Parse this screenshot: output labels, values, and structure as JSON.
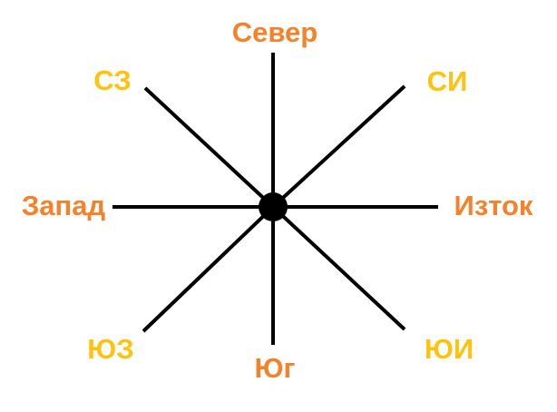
{
  "diagram": {
    "colors": {
      "cardinal": "#F5822A",
      "intercardinal": "#FFC20E",
      "lines": "#000000",
      "center": "#000000"
    },
    "cardinal": {
      "north": "Север",
      "south": "Юг",
      "west": "Запад",
      "east": "Изток"
    },
    "intercardinal": {
      "northwest": "СЗ",
      "northeast": "СИ",
      "southwest": "ЮЗ",
      "southeast": "ЮИ"
    }
  }
}
